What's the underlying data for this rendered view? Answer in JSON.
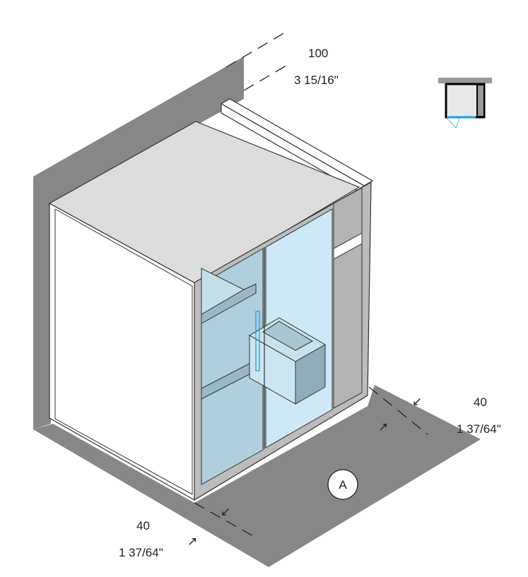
{
  "diagram": {
    "dimensions": {
      "clearance_top": {
        "metric": "100",
        "imperial": "3 15/16\""
      },
      "clearance_right": {
        "metric": "40",
        "imperial": "1 37/64\""
      },
      "clearance_front": {
        "metric": "40",
        "imperial": "1 37/64\""
      }
    },
    "access_marker": "A",
    "colors": {
      "wall": "#878787",
      "glass": "#cce9f5",
      "glass_interior": "#afcfdc",
      "frame": "#bcbcbc",
      "door_swing": "#1a9be0"
    }
  }
}
